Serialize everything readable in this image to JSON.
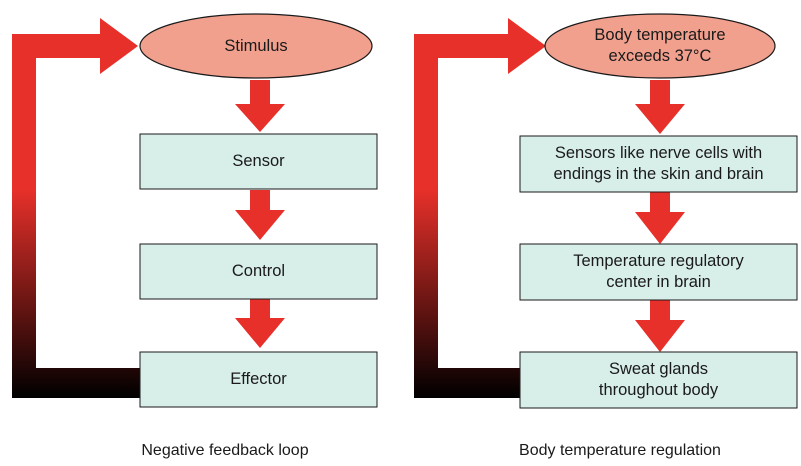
{
  "colors": {
    "ellipse_fill": "#f2a08e",
    "box_fill": "#d8eee9",
    "arrow_red": "#e8302a",
    "loop_dark": "#000000",
    "outline": "#1a1a1a"
  },
  "left": {
    "stimulus": [
      "Stimulus"
    ],
    "sensor": [
      "Sensor"
    ],
    "control": [
      "Control"
    ],
    "effector": [
      "Effector"
    ],
    "caption": "Negative feedback loop"
  },
  "right": {
    "stimulus": [
      "Body temperature",
      "exceeds 37°C"
    ],
    "sensor": [
      "Sensors like nerve cells with",
      "endings in the skin and brain"
    ],
    "control": [
      "Temperature regulatory",
      "center in brain"
    ],
    "effector": [
      "Sweat glands",
      "throughout body"
    ],
    "caption": "Body temperature regulation"
  }
}
